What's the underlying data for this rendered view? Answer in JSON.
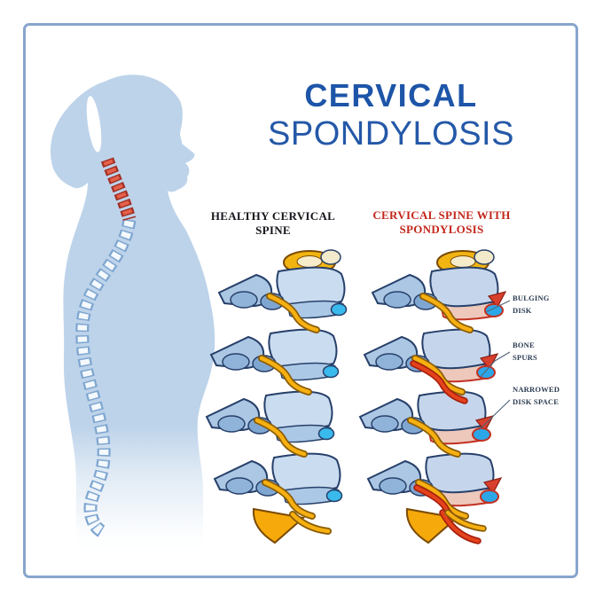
{
  "page": {
    "background_color": "#ffffff",
    "frame_border_color": "#87a5cd"
  },
  "title": {
    "line1": "CERVICAL",
    "line2": "SPONDYLOSIS",
    "color": "#1d55a8"
  },
  "columns": {
    "healthy": {
      "label": "HEALTHY CERVICAL SPINE",
      "color": "#15151c"
    },
    "diseased": {
      "label": "CERVICAL SPINE WITH SPONDYLOSIS",
      "color": "#c3271c"
    }
  },
  "annotations": [
    {
      "label": "BULGING DISK"
    },
    {
      "label": "BONE SPURS"
    },
    {
      "label": "NARROWED DISK SPACE"
    }
  ],
  "figure": {
    "silhouette_color": "#bdd3ea",
    "cervical_highlight_color": "#e6604a",
    "healthy_spine": {
      "bone_color": "#cadcf0",
      "disk_color": "#3ab9ec",
      "nerve_color": "#f6b011"
    },
    "diseased_spine": {
      "bone_color": "#cadcf0",
      "inflamed_disk_color": "#edc8bb",
      "bulging_disk_color": "#2ba7e8",
      "bone_spur_color": "#d8402e",
      "pinched_nerve_color": "#e4431c"
    }
  }
}
